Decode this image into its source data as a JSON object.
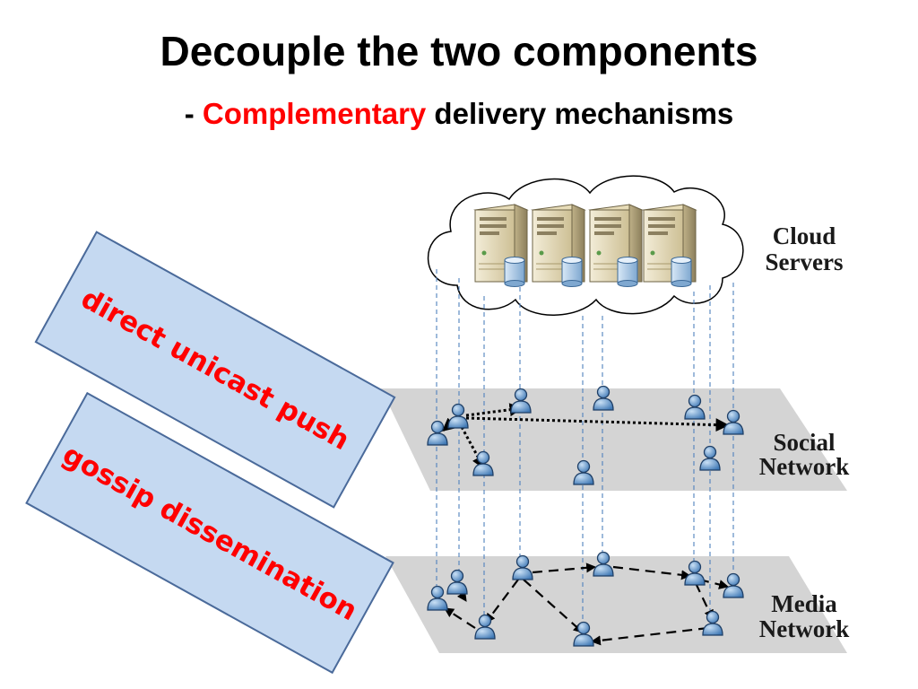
{
  "header": {
    "title": "Decouple the two components",
    "subtitle_prefix": "- ",
    "subtitle_highlight": "Complementary",
    "subtitle_suffix": " delivery mechanisms"
  },
  "layers": {
    "cloud_label_line1": "Cloud",
    "cloud_label_line2": "Servers",
    "social_label_line1": "Social",
    "social_label_line2": "Network",
    "media_label_line1": "Media",
    "media_label_line2": "Network"
  },
  "banners": {
    "top": "direct unicast push",
    "bottom": "gossip dissemination"
  },
  "colors": {
    "accent": "#ff0000",
    "banner_fill": "#c5d9f1",
    "banner_stroke": "#4a6a9a",
    "plane_fill": "#d4d4d4",
    "user_icon": "#5b9bd5",
    "dashed_line": "#4f81bd"
  },
  "icons": [
    "server-icon",
    "database-icon",
    "user-icon"
  ]
}
